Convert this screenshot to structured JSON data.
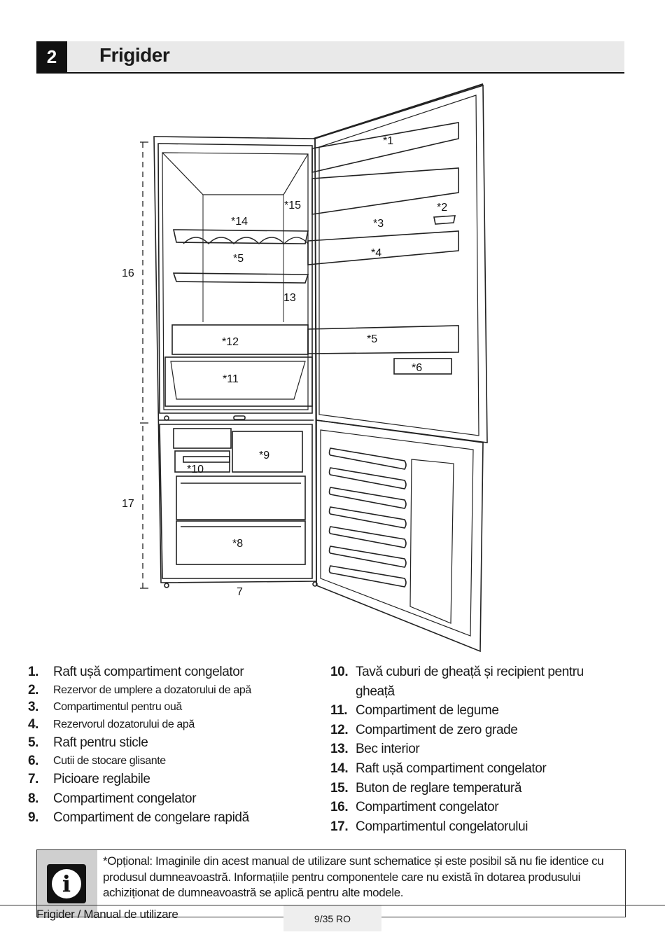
{
  "header": {
    "number": "2",
    "title": "Frigider"
  },
  "figure": {
    "labels": {
      "l1": "*1",
      "l2": "*2",
      "l3": "*3",
      "l4": "*4",
      "l5a": "*5",
      "l5b": "*5",
      "l6": "*6",
      "l7": "7",
      "l8": "*8",
      "l9": "*9",
      "l10": "*10",
      "l11": "*11",
      "l12": "*12",
      "l13": "13",
      "l14": "*14",
      "l15": "*15",
      "l16": "16",
      "l17": "17"
    }
  },
  "parts_left": [
    {
      "num": "1.",
      "text": "Raft ușă compartiment congelator"
    },
    {
      "num": "2.",
      "text": "Rezervor de umplere a dozatorului de apă"
    },
    {
      "num": "3.",
      "text": "Compartimentul pentru ouă"
    },
    {
      "num": "4.",
      "text": "Rezervorul dozatorului de apă"
    },
    {
      "num": "5.",
      "text": "Raft pentru sticle"
    },
    {
      "num": "6.",
      "text": "Cutii de stocare glisante"
    },
    {
      "num": "7.",
      "text": "Picioare reglabile"
    },
    {
      "num": "8.",
      "text": "Compartiment congelator"
    },
    {
      "num": "9.",
      "text": "Compartiment de congelare rapidă"
    }
  ],
  "parts_right": [
    {
      "num": "10.",
      "text": "Tavă cuburi de gheață și recipient pentru gheață"
    },
    {
      "num": "11.",
      "text": "Compartiment de legume"
    },
    {
      "num": "12.",
      "text": "Compartiment de zero grade"
    },
    {
      "num": "13.",
      "text": "Bec interior"
    },
    {
      "num": "14.",
      "text": "Raft ușă compartiment congelator"
    },
    {
      "num": "15.",
      "text": "Buton de reglare temperatură"
    },
    {
      "num": "16.",
      "text": "Compartiment congelator"
    },
    {
      "num": "17.",
      "text": "Compartimentul congelatorului"
    }
  ],
  "note": {
    "icon": "info-icon",
    "text": "*Opțional: Imaginile din acest manual de utilizare sunt schematice și este posibil să nu fie identice cu produsul dumneavoastră. Informațiile pentru componentele care nu există în dotarea produsului achiziționat de dumneavoastră se aplică pentru alte modele."
  },
  "footer": {
    "left": "Frigider / Manual de utilizare",
    "page": "9/35 RO"
  }
}
